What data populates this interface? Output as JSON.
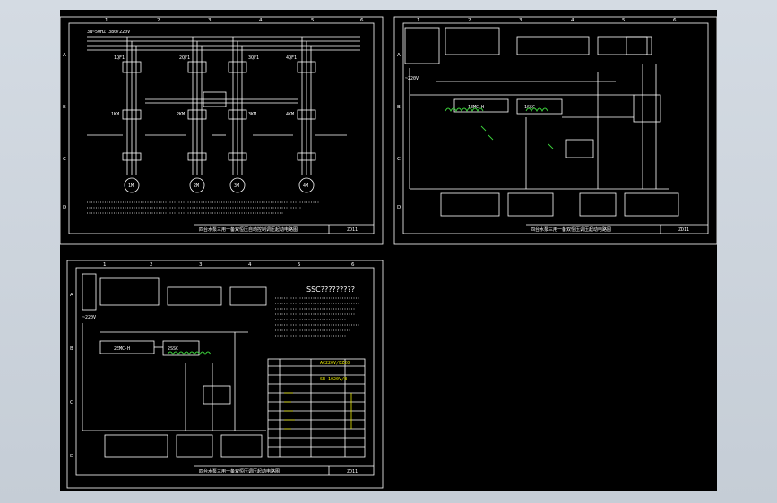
{
  "sheets": {
    "sheet1": {
      "title": "四台水泵三用一备双恒压自动控制调压起动电路图",
      "code": "ZD11",
      "supply": "3N~50HZ 380/220V",
      "motors": [
        "1M",
        "2M",
        "3M",
        "4M"
      ],
      "starters": [
        "1KM",
        "2KM",
        "3KM",
        "4KM"
      ],
      "breakers": [
        "1QF1",
        "2QF1",
        "3QF1",
        "4QF1"
      ]
    },
    "sheet2": {
      "title": "四台水泵三用一备双恒压调压起动电路图",
      "code": "ZD11",
      "soft_starter": "1SSC",
      "controller": "1EMC-H",
      "supply": "~220V"
    },
    "sheet3": {
      "title": "四台水泵三用一备双恒压调压起动电路图",
      "code": "ZD11",
      "soft_starter": "2SSC",
      "controller": "2EMC-H",
      "notes_heading": "SSC?????????",
      "supply": "~220V",
      "table_header_1": "AC220V/EZ20",
      "table_row_label": "SB-1020V/B"
    },
    "border_columns": [
      "1",
      "2",
      "3",
      "4",
      "5",
      "6"
    ],
    "border_rows": [
      "A",
      "B",
      "C",
      "D"
    ]
  }
}
